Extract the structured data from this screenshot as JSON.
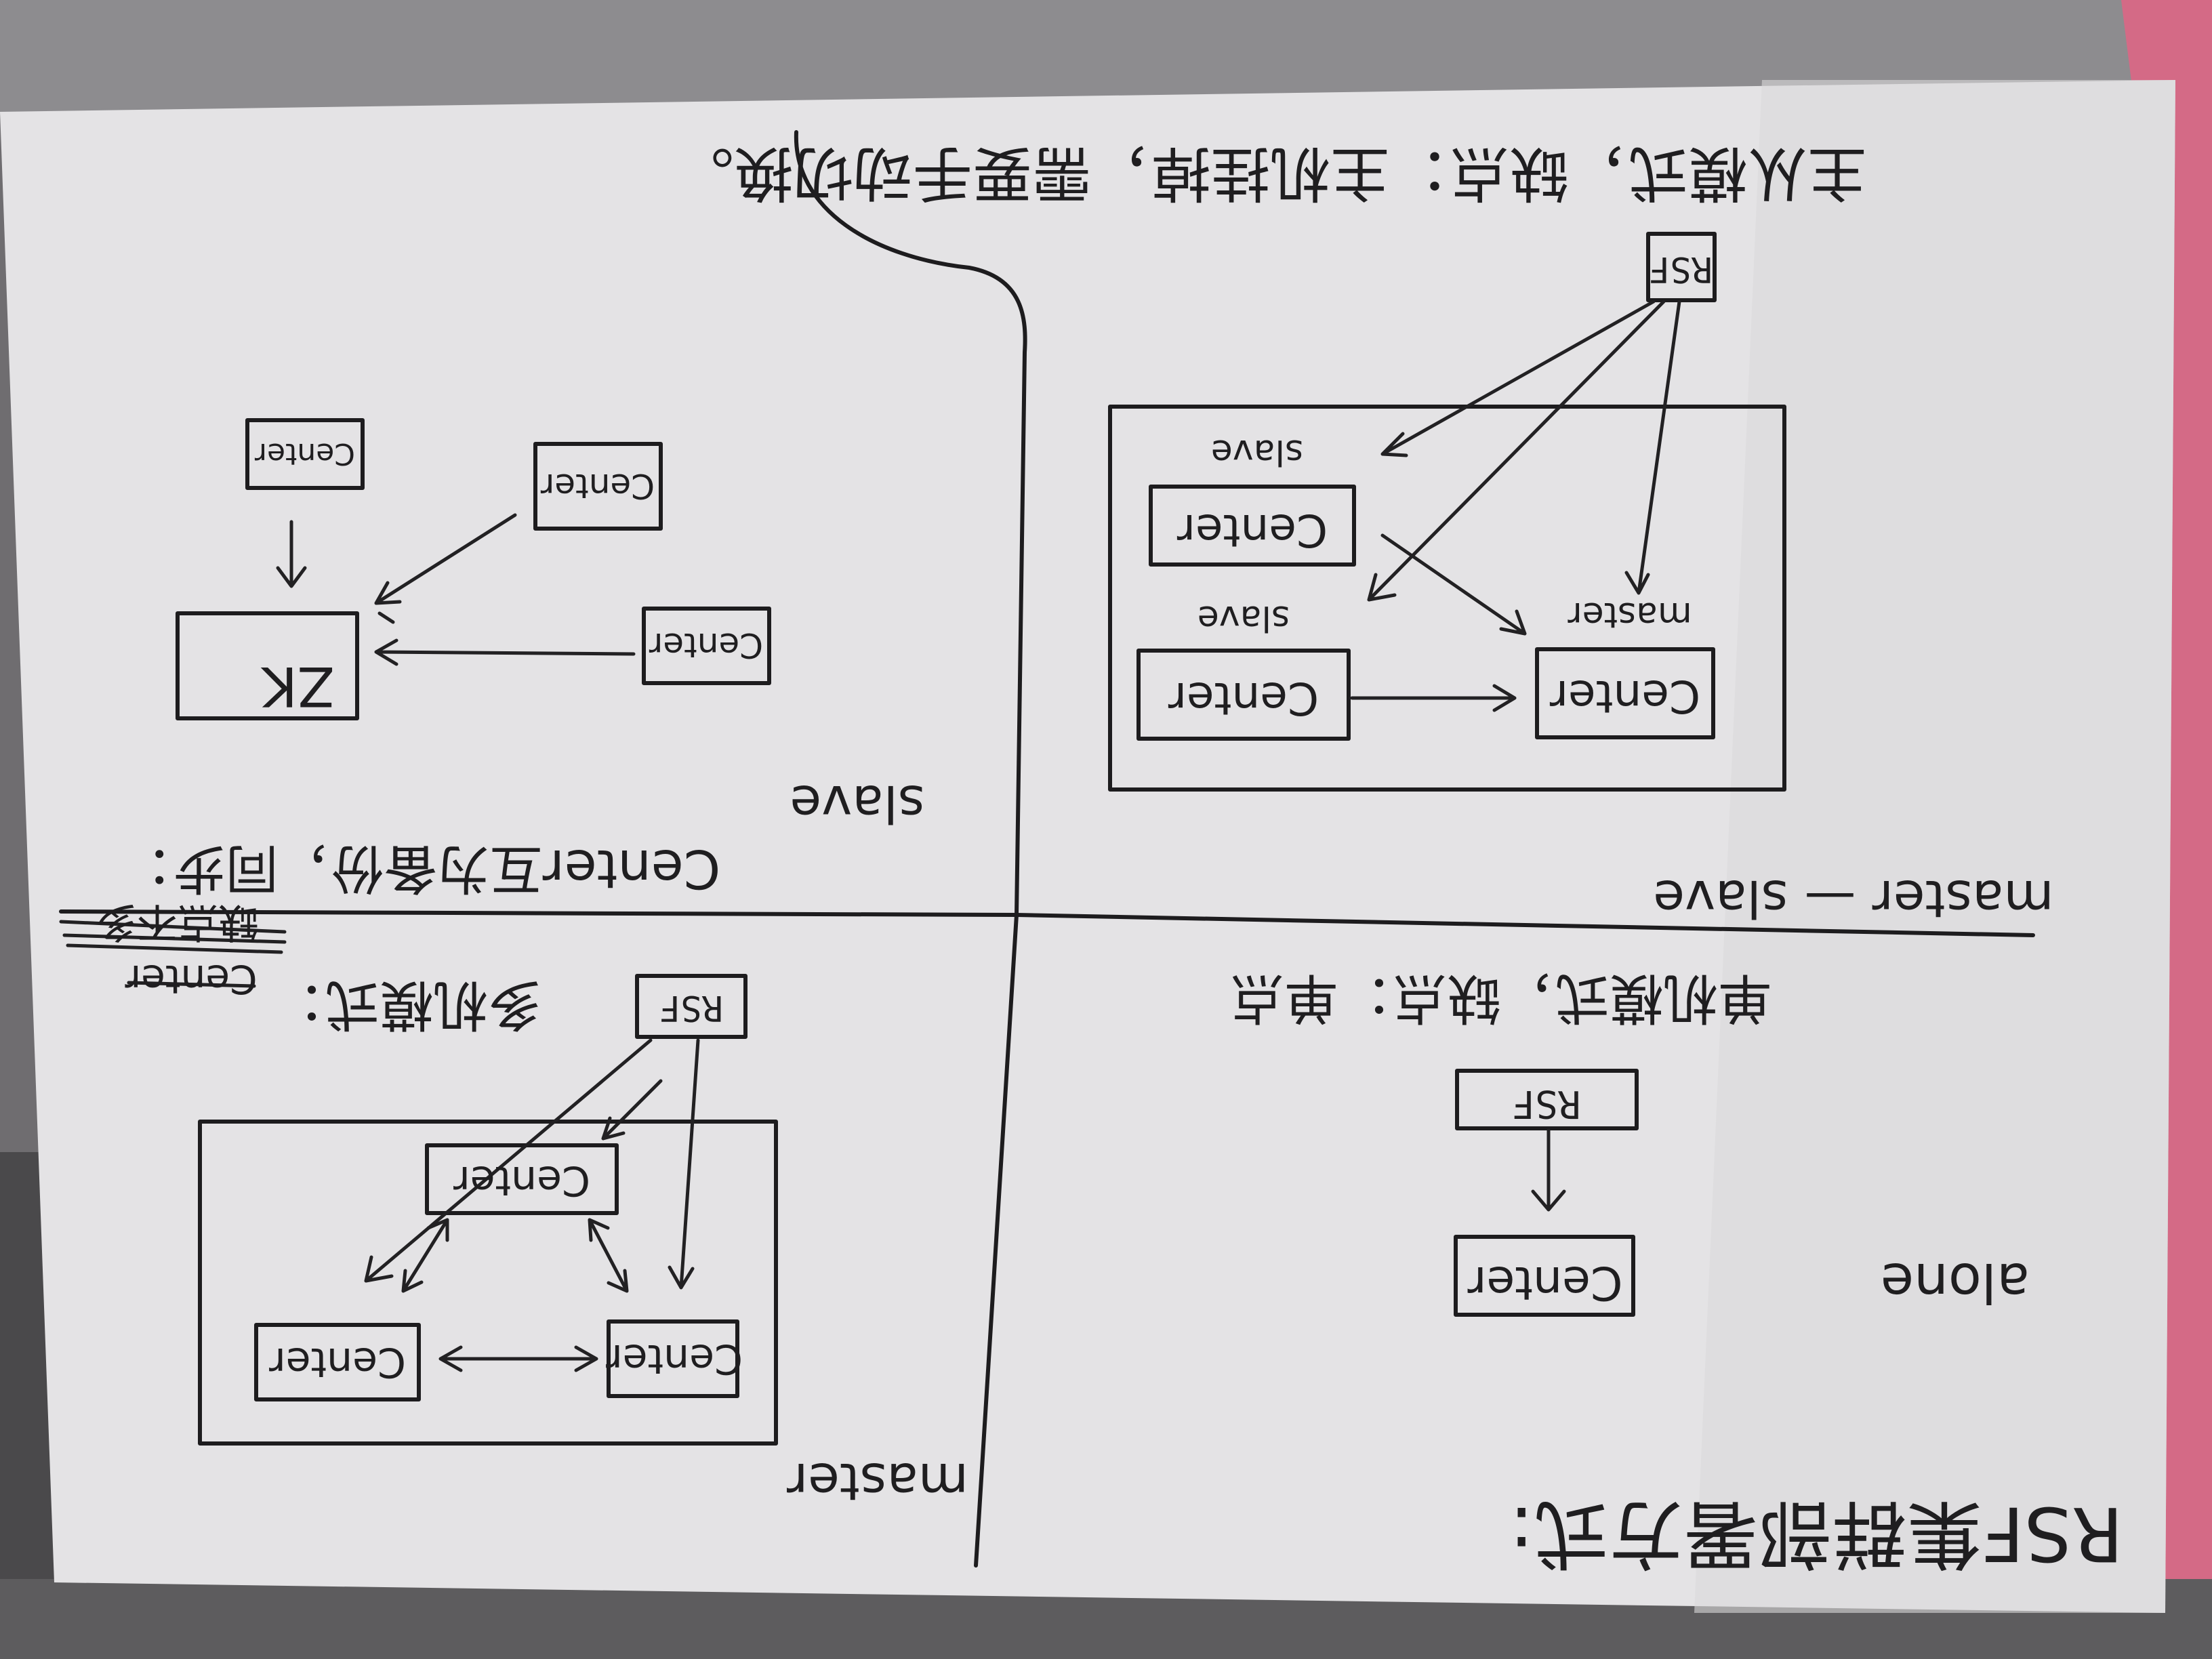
{
  "sheet": {
    "paper_color": "#e6e6e8",
    "ink_color": "#1d1c1e",
    "background_desk": "#7d7b7d",
    "background_cloth": "#d96b87"
  },
  "title": "RSF集群部署方式:",
  "quadrants": {
    "alone": {
      "label": "alone",
      "note": "单机模式，缺点：单点",
      "rsf_box": "RSF",
      "center_box": "Center"
    },
    "master_slave": {
      "label": "master — slave",
      "note": "主从模式，缺点：主机挂掉，需要手动切换。",
      "rsf_box": "RSF",
      "slave_label_1": "slave",
      "slave_label_2": "slave",
      "master_label": "master",
      "slave_center_1": "Center",
      "slave_center_2": "Center",
      "master_center": "Center"
    },
    "master": {
      "label": "master",
      "note": "多机模式：",
      "struck_note_1": "缺点不多",
      "struck_note_2": "Center",
      "rsf_box": "RSF",
      "center_top": "Center",
      "center_left": "Center",
      "center_right": "Center"
    },
    "slave": {
      "label": "slave",
      "note": "Center互为备份，同步：",
      "zk_box": "ZK",
      "center_top": "Center",
      "center_top_right": "Center",
      "center_right": "Center"
    }
  }
}
